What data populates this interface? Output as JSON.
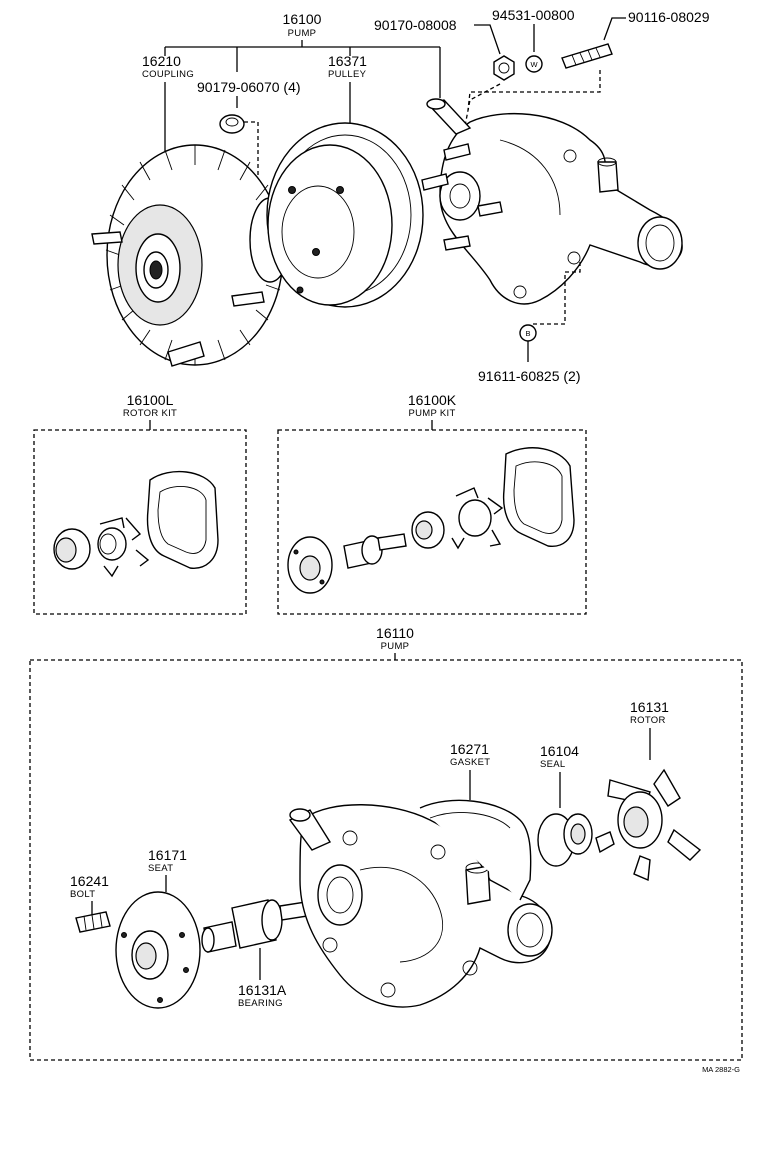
{
  "callouts": {
    "pump_assy": {
      "number": "16100",
      "name": "PUMP"
    },
    "coupling": {
      "number": "16210",
      "name": "COUPLING"
    },
    "pulley": {
      "number": "16371",
      "name": "PULLEY"
    },
    "bolt_coupling": {
      "number": "90179-06070 (4)"
    },
    "nut": {
      "number": "90170-08008"
    },
    "washer": {
      "number": "94531-00800",
      "symbol": "W"
    },
    "stud": {
      "number": "90116-08029"
    },
    "bolt_b": {
      "number": "91611-60825 (2)",
      "symbol": "B"
    },
    "rotor_kit": {
      "number": "16100L",
      "name": "ROTOR KIT"
    },
    "pump_kit": {
      "number": "16100K",
      "name": "PUMP KIT"
    },
    "pump_sub": {
      "number": "16110",
      "name": "PUMP"
    },
    "gasket": {
      "number": "16271",
      "name": "GASKET"
    },
    "seal": {
      "number": "16104",
      "name": "SEAL"
    },
    "rotor": {
      "number": "16131",
      "name": "ROTOR"
    },
    "seat": {
      "number": "16171",
      "name": "SEAT"
    },
    "bolt": {
      "number": "16241",
      "name": "BOLT"
    },
    "bearing": {
      "number": "16131A",
      "name": "BEARING"
    }
  },
  "figure_ref": "MA 2882-G"
}
